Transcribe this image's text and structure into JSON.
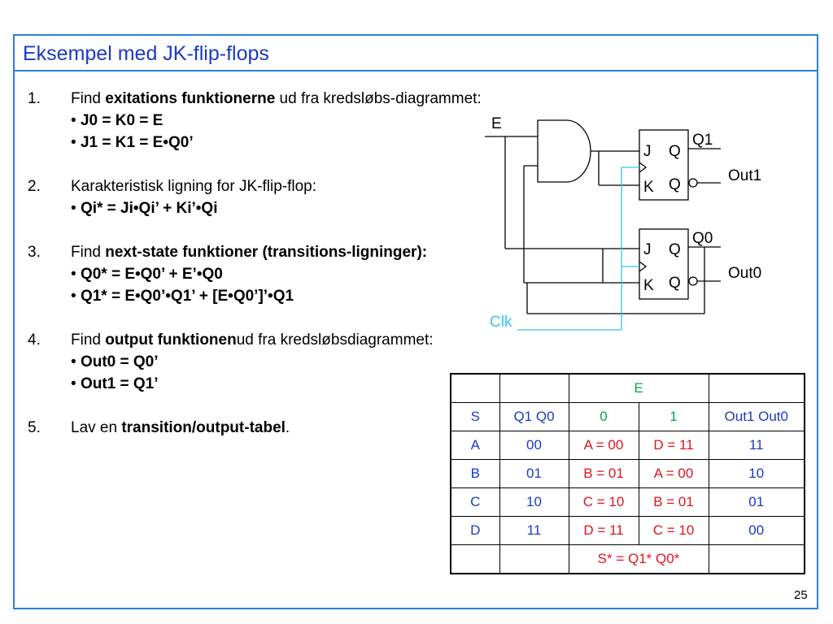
{
  "title": "Eksempel med JK-flip-flops",
  "page_number": "25",
  "items": [
    {
      "num": "1.",
      "pre": "Find ",
      "bold": "exitations funktionerne",
      "post": " ud fra kredsløbs-diagrammet:",
      "bullets": [
        "J0 = K0 = E",
        "J1 = K1 = E•Q0’"
      ]
    },
    {
      "num": "2.",
      "pre": "Karakteristisk ligning for JK-flip-flop:",
      "bold": "",
      "post": "",
      "bullets": [
        "Qi* = Ji•Qi’ + Ki’•Qi"
      ]
    },
    {
      "num": "3.",
      "pre": "Find ",
      "bold": "next-state funktioner (transitions-ligninger):",
      "post": "",
      "bullets": [
        "Q0* = E•Q0’ + E’•Q0",
        "Q1* = E•Q0’•Q1’ + [E•Q0’]’•Q1"
      ]
    },
    {
      "num": "4.",
      "pre": "Find ",
      "bold": "output funktionen",
      "post": " ud fra kredsløbsdiagrammet:",
      "bullets": [
        "Out0 = Q0’",
        "Out1 = Q1’"
      ]
    },
    {
      "num": "5.",
      "pre": "Lav en ",
      "bold": "transition/output-tabel",
      "post": ".",
      "bullets": []
    }
  ],
  "diagram": {
    "input_label": "E",
    "clock_label": "Clk",
    "ff1": {
      "j": "J",
      "k": "K",
      "q": "Q",
      "qbar": "Q",
      "q_label": "Q1",
      "out_label": "Out1"
    },
    "ff0": {
      "j": "J",
      "k": "K",
      "q": "Q",
      "qbar": "Q",
      "q_label": "Q0",
      "out_label": "Out0"
    }
  },
  "table": {
    "header1": [
      "",
      "",
      "E",
      ""
    ],
    "header2": [
      "S",
      "Q1 Q0",
      "0",
      "1",
      "Out1 Out0"
    ],
    "rows": [
      [
        "A",
        "00",
        "A = 00",
        "D = 11",
        "11"
      ],
      [
        "B",
        "01",
        "B = 01",
        "A = 00",
        "10"
      ],
      [
        "C",
        "10",
        "C = 10",
        "B = 01",
        "01"
      ],
      [
        "D",
        "11",
        "D = 11",
        "C = 10",
        "00"
      ]
    ],
    "footer": [
      "",
      "",
      "S* = Q1* Q0*",
      ""
    ]
  },
  "colors": {
    "title": "#1a3bc4",
    "frame": "#2a7fd4",
    "clock": "#33c3f0",
    "green": "#00a64f",
    "red": "#e0141e"
  }
}
